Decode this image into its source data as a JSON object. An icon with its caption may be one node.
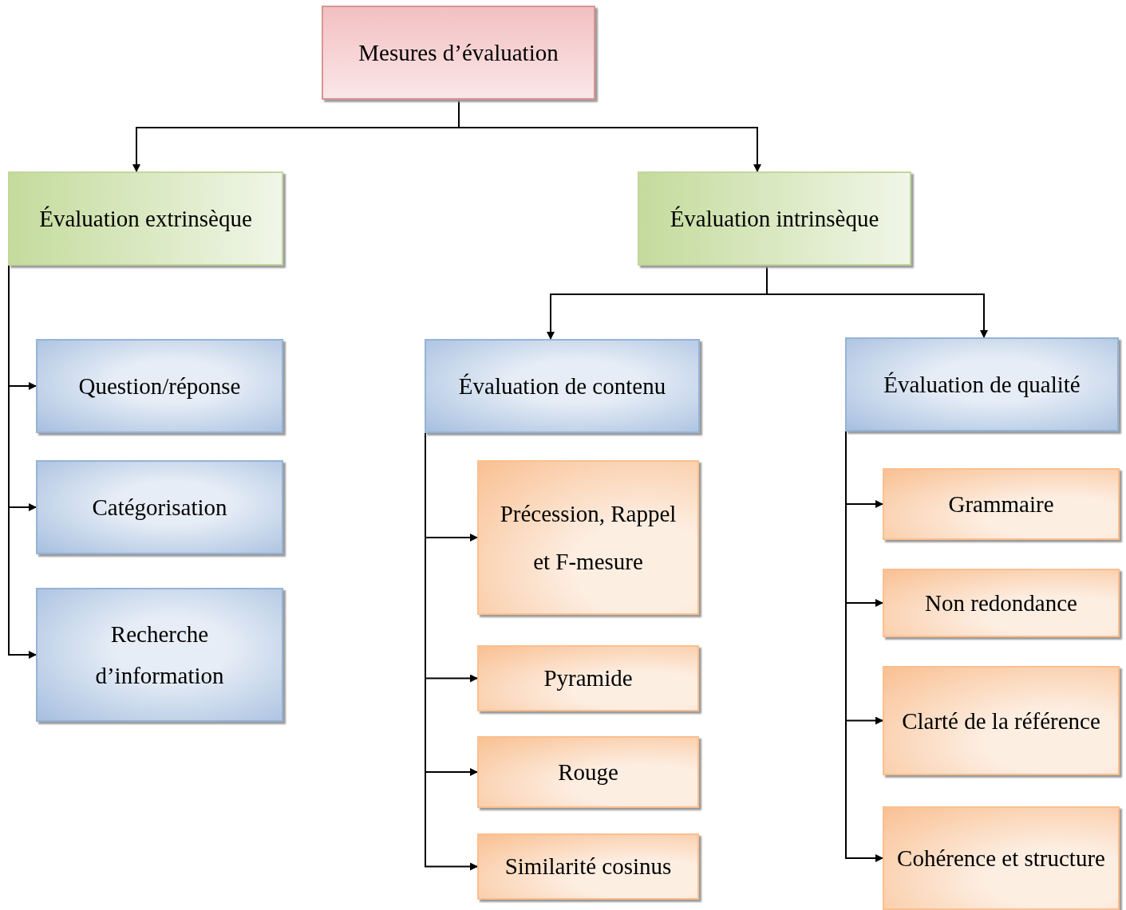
{
  "diagram": {
    "nodes": [
      {
        "text": [
          "Mesures d’évaluation"
        ]
      },
      {
        "text": [
          "Évaluation extrinsèque"
        ]
      },
      {
        "text": [
          "Évaluation intrinsèque"
        ]
      },
      {
        "text": [
          "Question/réponse"
        ]
      },
      {
        "text": [
          "Catégorisation"
        ]
      },
      {
        "text": [
          "Recherche d’information"
        ]
      },
      {
        "text": [
          "Évaluation de contenu"
        ]
      },
      {
        "text": [
          "Évaluation de qualité"
        ]
      },
      {
        "text": [
          "Précession, Rappel et F-mesure"
        ]
      },
      {
        "text": [
          "Pyramide"
        ]
      },
      {
        "text": [
          "Rouge"
        ]
      },
      {
        "text": [
          "Similarité cosinus"
        ]
      },
      {
        "text": [
          "Grammaire"
        ]
      },
      {
        "text": [
          "Non redondance"
        ]
      },
      {
        "text": [
          "Clarté de la référence"
        ]
      },
      {
        "text": [
          "Cohérence et structure"
        ]
      }
    ],
    "edges": [
      {
        "from": 0,
        "to": 1,
        "arrow": "to"
      },
      {
        "from": 0,
        "to": 2,
        "arrow": "to"
      },
      {
        "from": 1,
        "to": 3,
        "arrow": "to"
      },
      {
        "from": 1,
        "to": 4,
        "arrow": "to"
      },
      {
        "from": 1,
        "to": 5,
        "arrow": "to"
      },
      {
        "from": 2,
        "to": 6,
        "arrow": "to"
      },
      {
        "from": 2,
        "to": 7,
        "arrow": "to"
      },
      {
        "from": 6,
        "to": 8,
        "arrow": "to"
      },
      {
        "from": 6,
        "to": 9,
        "arrow": "to"
      },
      {
        "from": 6,
        "to": 10,
        "arrow": "to"
      },
      {
        "from": 6,
        "to": 11,
        "arrow": "to"
      },
      {
        "from": 7,
        "to": 12,
        "arrow": "to"
      },
      {
        "from": 7,
        "to": 13,
        "arrow": "to"
      },
      {
        "from": 7,
        "to": 14,
        "arrow": "to"
      },
      {
        "from": 7,
        "to": 15,
        "arrow": "to"
      }
    ]
  }
}
